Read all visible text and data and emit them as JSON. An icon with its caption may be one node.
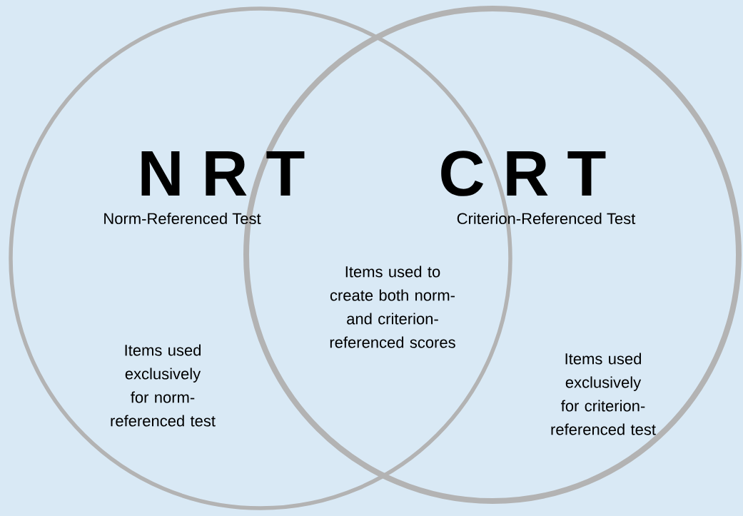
{
  "diagram": {
    "nodes": [
      {
        "text": [
          "N R T",
          "Norm-Referenced Test",
          "Items used exclusively for norm-referenced test"
        ]
      },
      {
        "text": [
          "C R T",
          "Criterion-Referenced Test",
          "Items used exclusively for criterion-referenced test"
        ]
      }
    ],
    "labels": [
      "Items used to create both norm- and criterion-referenced scores"
    ]
  }
}
